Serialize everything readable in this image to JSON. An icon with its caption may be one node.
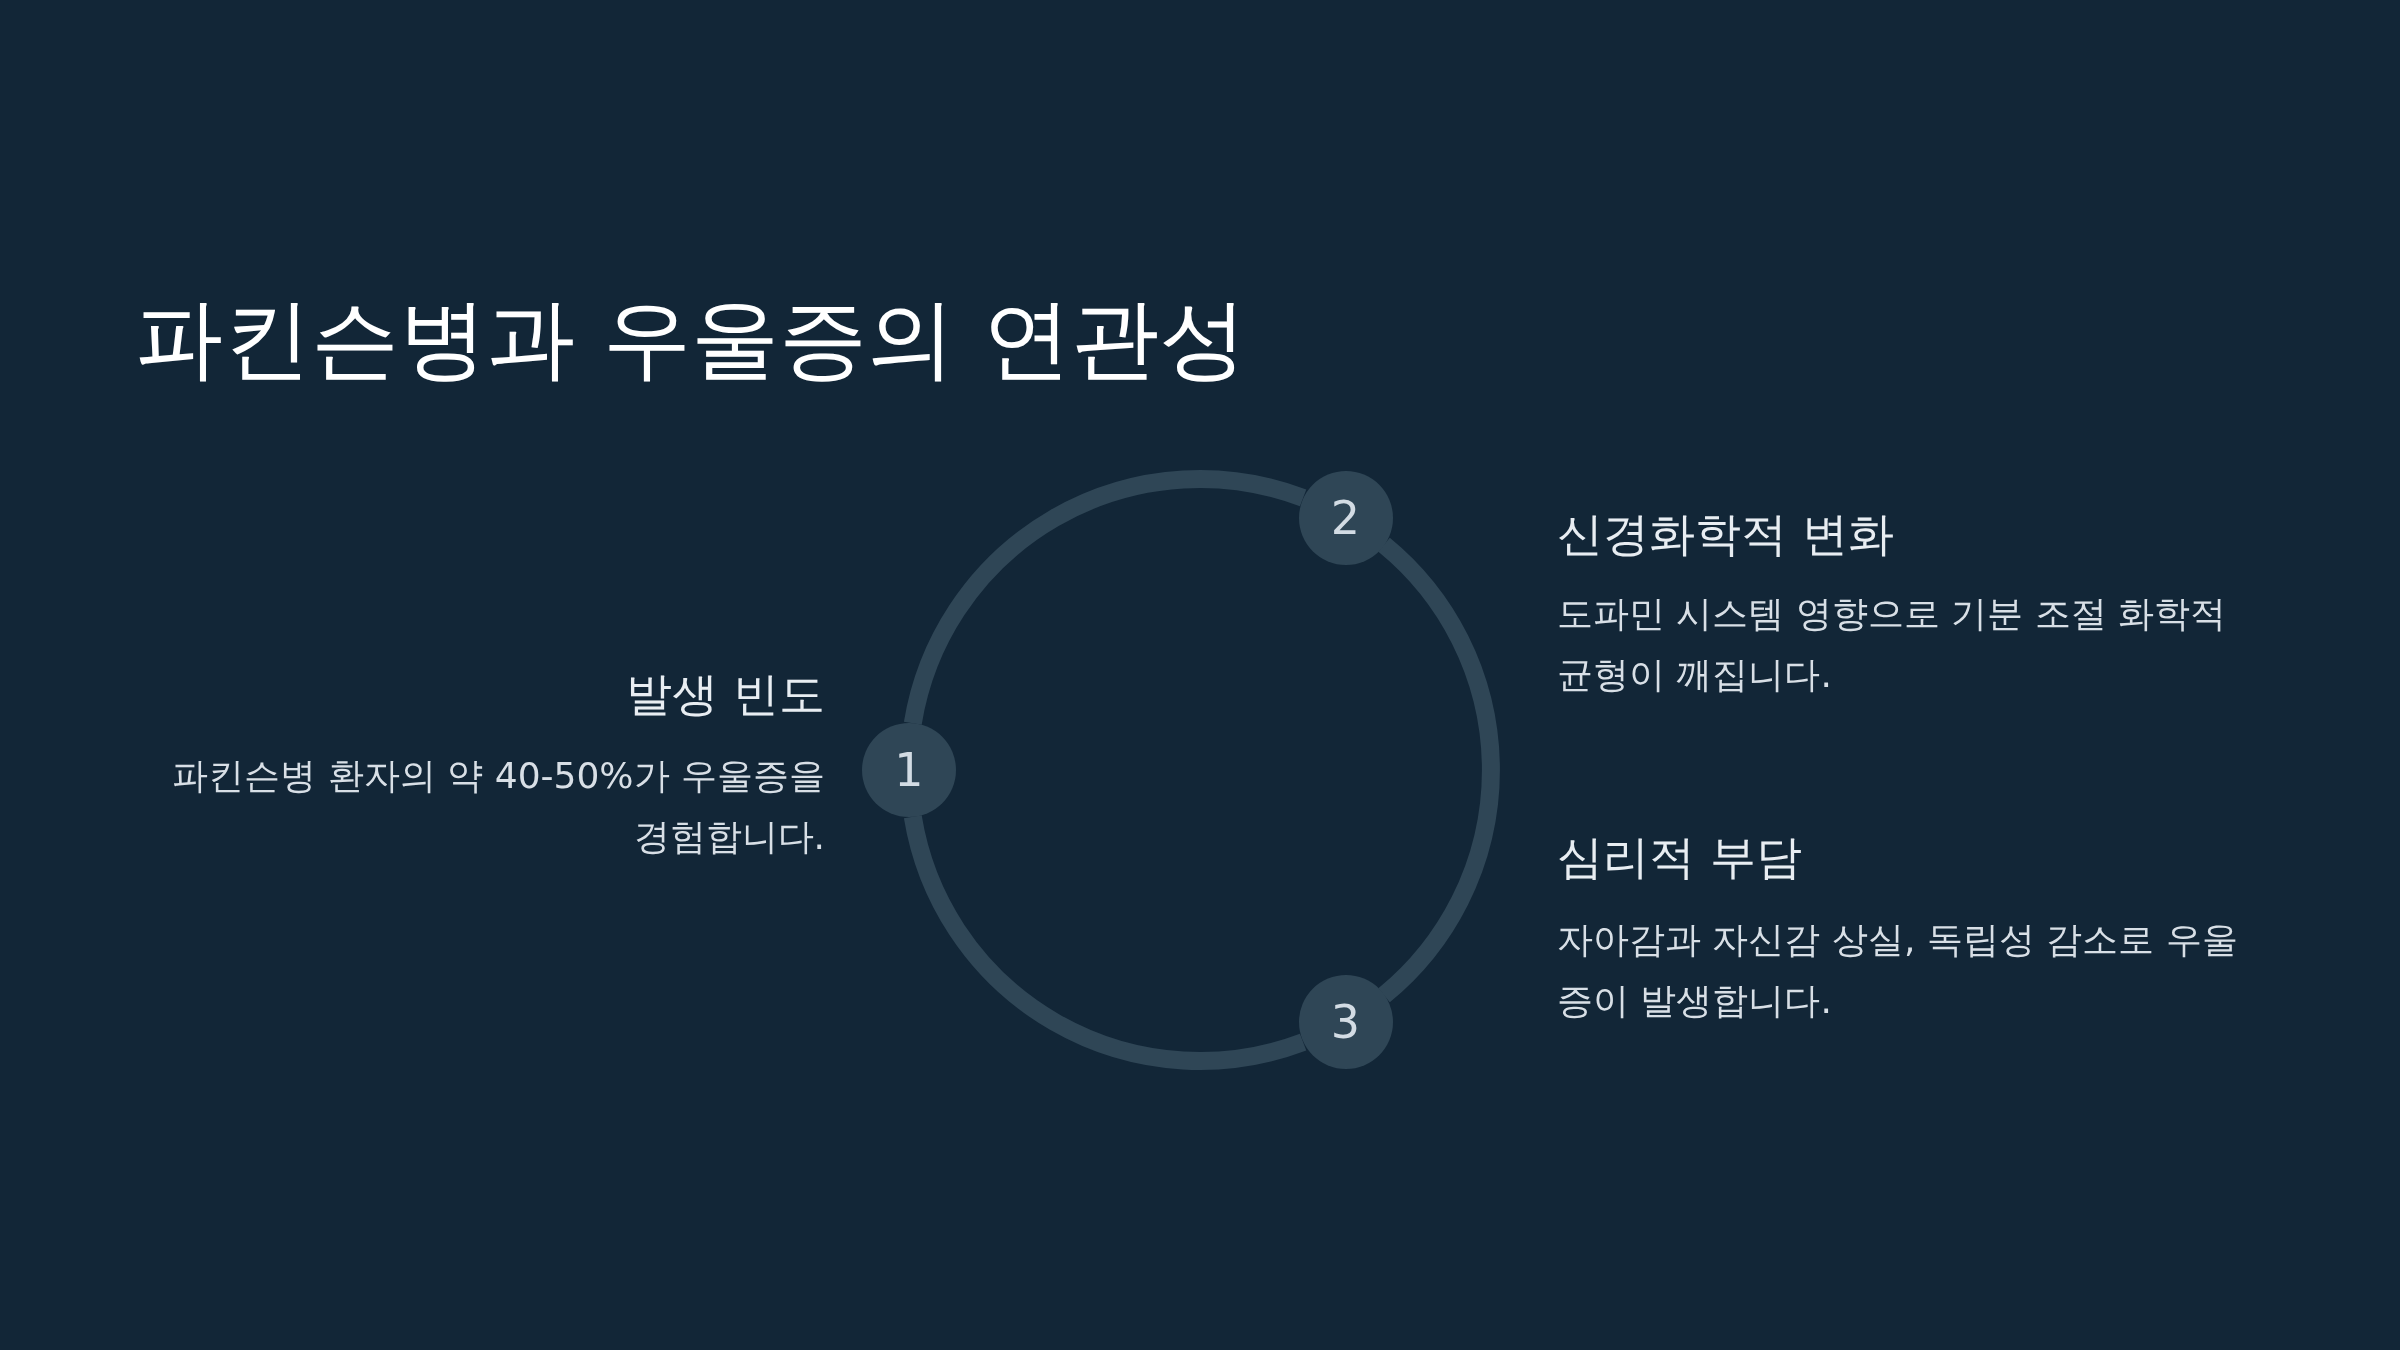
{
  "diagram": {
    "title": "파킨슨병과 우울증의 연관성",
    "nodes": [
      {
        "text": [
          "1"
        ],
        "beside": [
          "발생 빈도",
          "파킨슨병 환자의 약 40-50%가 우울증을 경험합니다."
        ]
      },
      {
        "text": [
          "2"
        ],
        "beside": [
          "신경화학적 변화",
          "도파민 시스템 영향으로 기분 조절 화학적 균형이 깨집니다."
        ]
      },
      {
        "text": [
          "3"
        ],
        "beside": [
          "심리적 부담",
          "자아감과 자신감 상실, 독립성 감소로 우울증이 발생합니다."
        ]
      }
    ],
    "edges": [
      {
        "from": 0,
        "to": 1,
        "arrow": "none"
      },
      {
        "from": 1,
        "to": 2,
        "arrow": "none"
      },
      {
        "from": 2,
        "to": 0,
        "arrow": "none"
      }
    ]
  }
}
